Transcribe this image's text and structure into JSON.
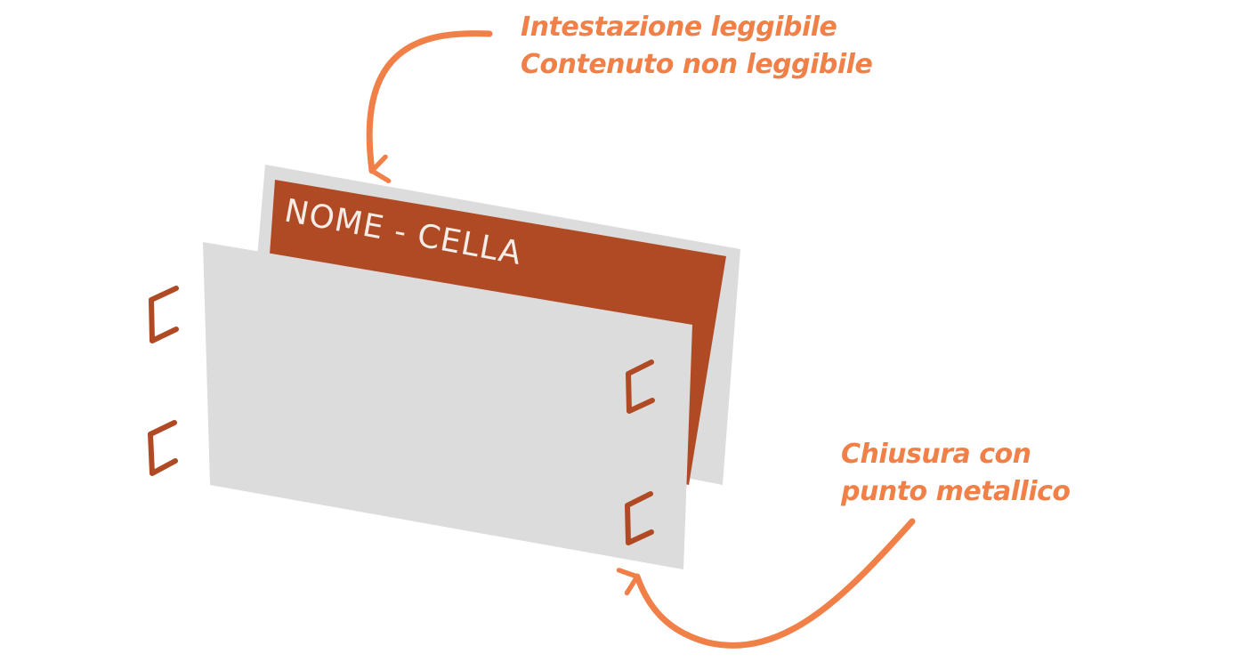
{
  "diagram": {
    "back_sheet_label": "NOME - CELLA",
    "callouts": {
      "header": {
        "line1": "Intestazione leggibile",
        "line2": "Contenuto non leggibile"
      },
      "staple": {
        "line1": "Chiusura con",
        "line2": "punto metallico"
      }
    },
    "colors": {
      "accent_text": "#f08048",
      "label_band": "#b04a24",
      "sheet": "#dcdcdc",
      "staple": "#b04a24"
    }
  }
}
